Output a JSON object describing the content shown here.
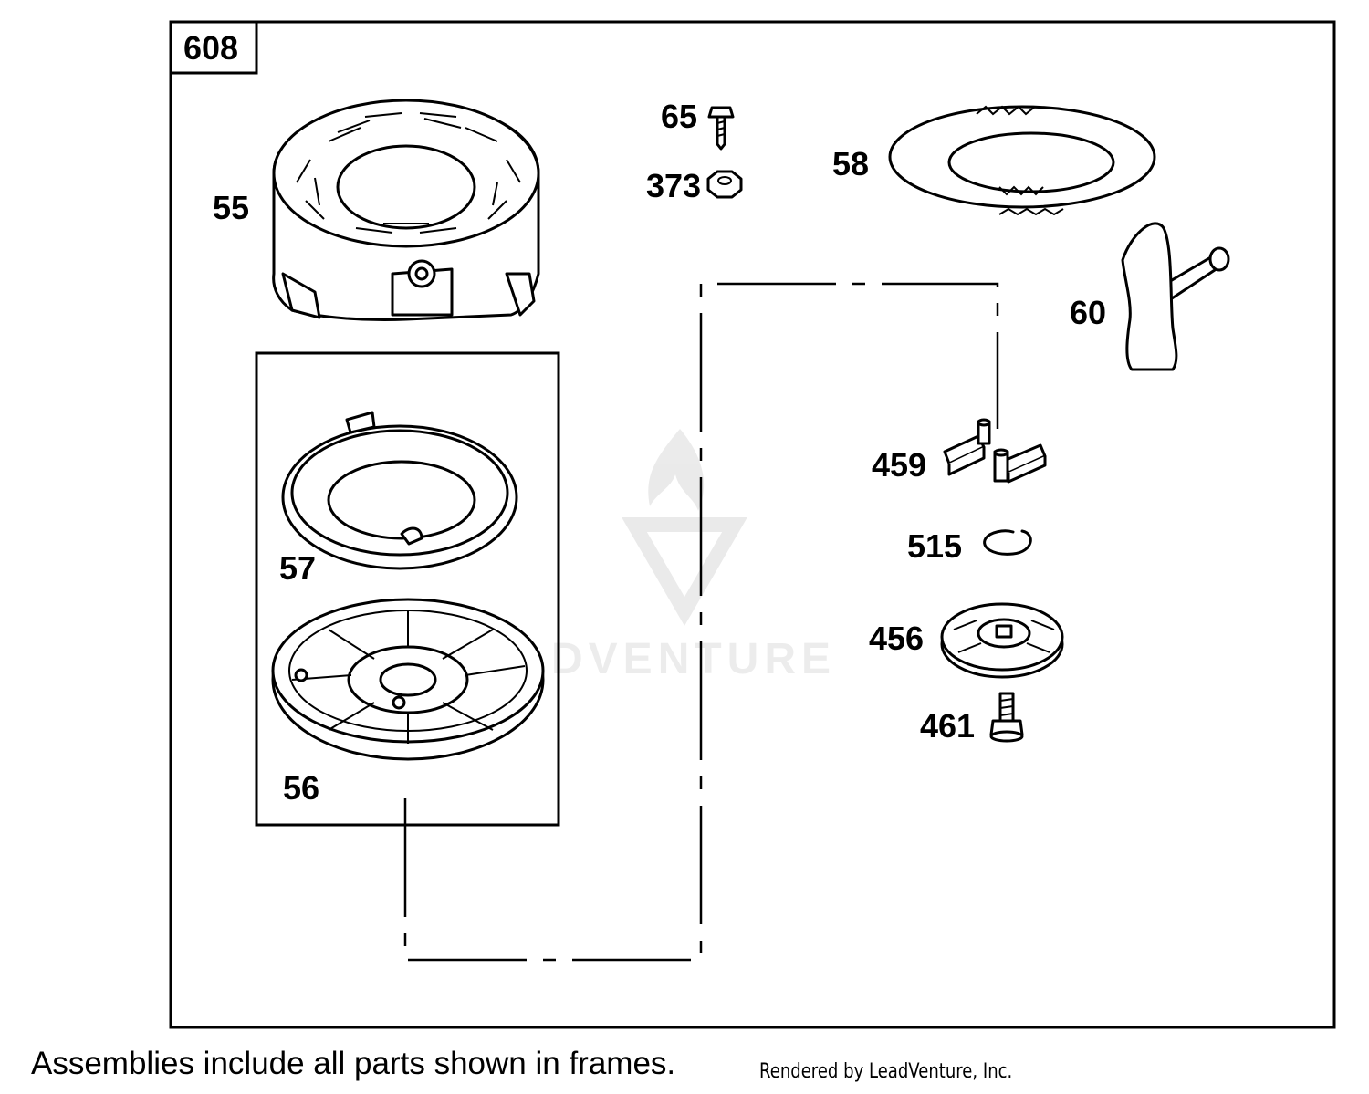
{
  "frame_id": "608",
  "parts": [
    {
      "ref": "55",
      "name": "blower-housing"
    },
    {
      "ref": "65",
      "name": "screw"
    },
    {
      "ref": "373",
      "name": "nut"
    },
    {
      "ref": "58",
      "name": "starter-rope"
    },
    {
      "ref": "60",
      "name": "starter-handle"
    },
    {
      "ref": "57",
      "name": "rewind-spring"
    },
    {
      "ref": "56",
      "name": "pulley"
    },
    {
      "ref": "459",
      "name": "pawl"
    },
    {
      "ref": "515",
      "name": "retaining-ring"
    },
    {
      "ref": "456",
      "name": "retainer"
    },
    {
      "ref": "461",
      "name": "screw"
    }
  ],
  "watermark": "LEADVENTURE",
  "footer": {
    "note": "Assemblies include all parts shown in frames.",
    "credit": "Rendered by LeadVenture, Inc."
  }
}
